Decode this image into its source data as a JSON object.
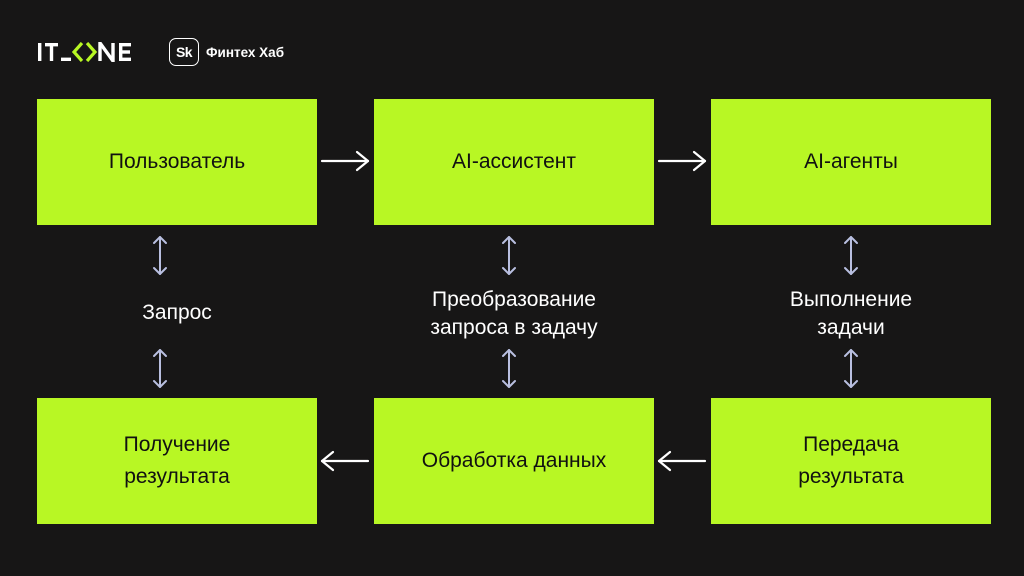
{
  "colors": {
    "background": "#171616",
    "box_fill": "#b8f724",
    "box_text": "#111111",
    "arrow_horizontal": "#ffffff",
    "arrow_vertical": "#b9bfe0",
    "label_text": "#ffffff"
  },
  "brand": {
    "itone_logo_text": "IT_ONE",
    "sk_badge": "Sk",
    "partner_name": "Финтех Хаб"
  },
  "boxes": {
    "user": "Пользователь",
    "assistant": "AI-ассистент",
    "agents": "AI-агенты",
    "result_receive": "Получение\nрезультата",
    "data_processing": "Обработка данных",
    "result_transfer": "Передача\nрезультата"
  },
  "labels": {
    "request": "Запрос",
    "transform": "Преобразование\nзапроса в задачу",
    "execute": "Выполнение\nзадачи"
  },
  "icons": {
    "horizontal_arrow": "arrow-right-icon",
    "horizontal_arrow_back": "arrow-left-icon",
    "vertical_arrow": "arrow-up-down-icon"
  }
}
